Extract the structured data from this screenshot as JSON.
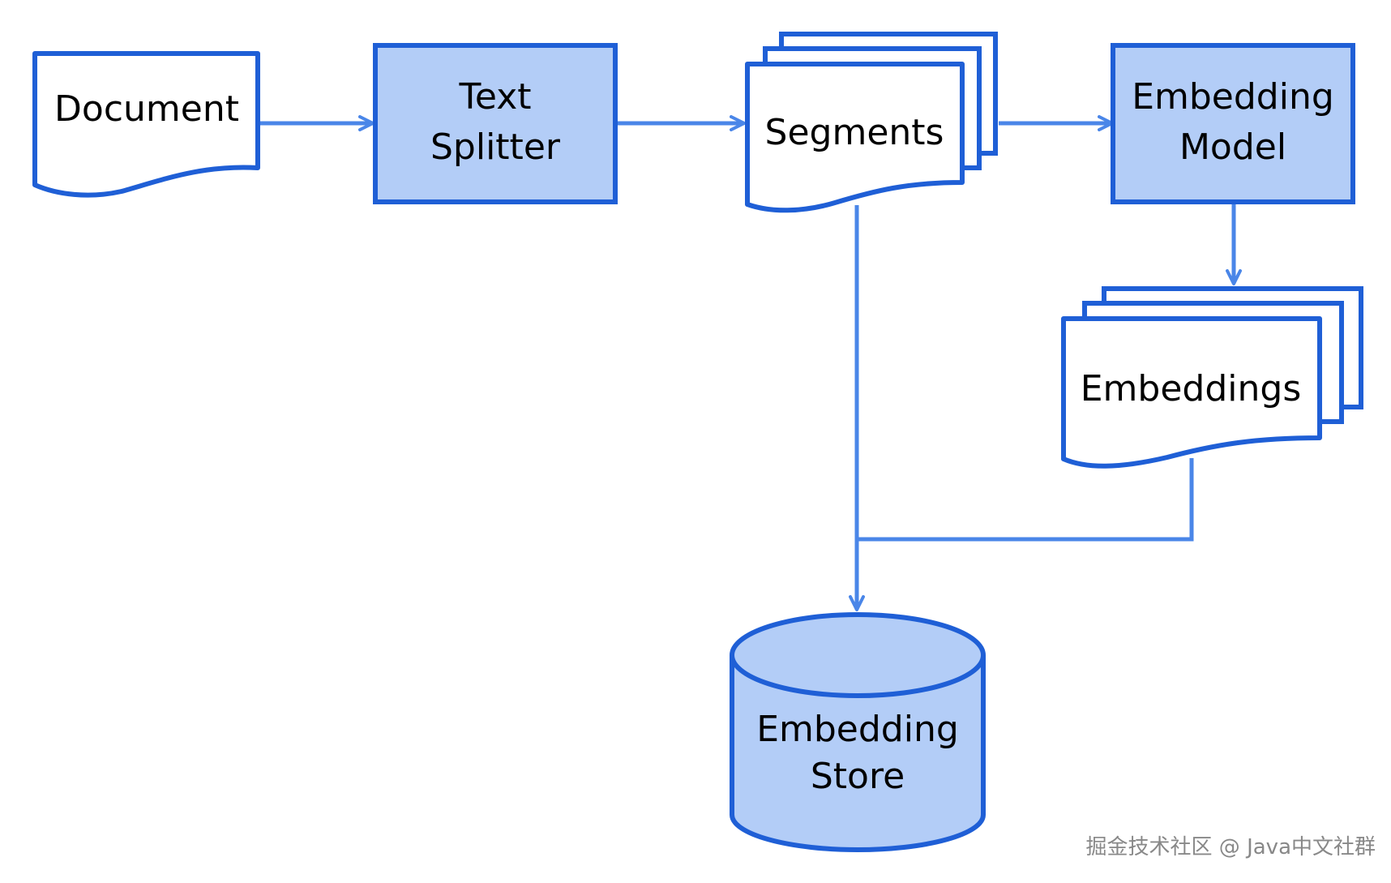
{
  "nodes": {
    "document": "Document",
    "text_splitter": [
      "Text",
      "Splitter"
    ],
    "segments": "Segments",
    "embedding_model": [
      "Embedding",
      "Model"
    ],
    "embeddings": "Embeddings",
    "embedding_store": [
      "Embedding",
      "Store"
    ]
  },
  "watermark": "掘金技术社区 @ Java中文社群",
  "colors": {
    "stroke": "#1f5fd6",
    "fill": "#b3cdf7",
    "connector": "#4a86e8",
    "text": "#000000",
    "background": "#ffffff"
  }
}
